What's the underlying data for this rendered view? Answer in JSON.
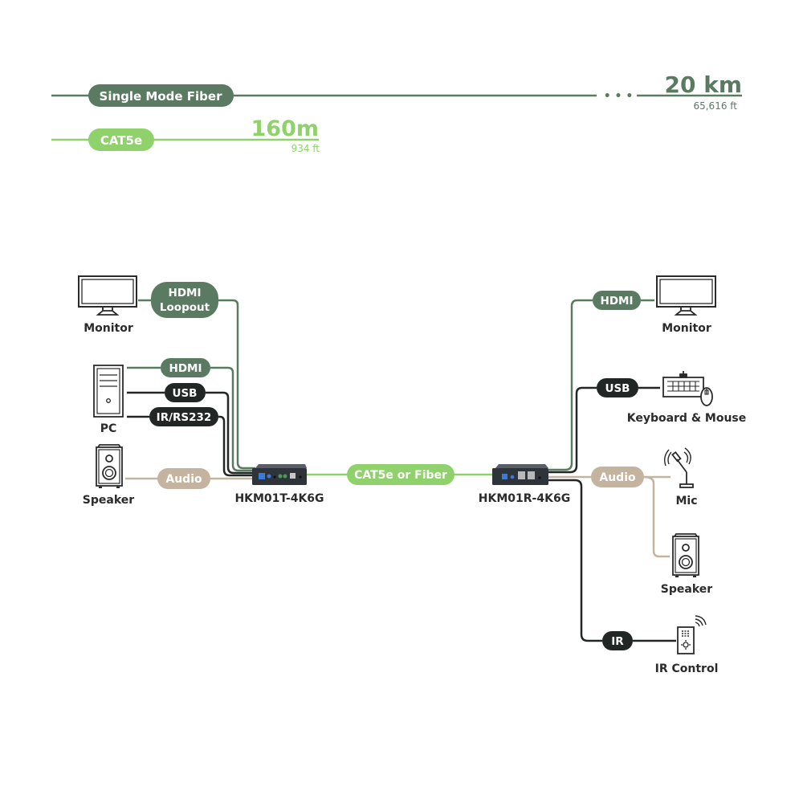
{
  "colors": {
    "fiber": "#5a7a62",
    "cat5e": "#8fd16a",
    "black": "#222624",
    "audio": "#c4b39e",
    "device_label": "#2b2b2b"
  },
  "distances": {
    "fiber": {
      "label": "Single Mode Fiber",
      "distance": "20 km",
      "distance_ft": "65,616 ft",
      "ellipsis": "• • •"
    },
    "cat5e": {
      "label": "CAT5e",
      "distance": "160m",
      "distance_ft": "934 ft"
    }
  },
  "transmitter": {
    "model": "HKM01T-4K6G",
    "connections": [
      {
        "label_lines": [
          "HDMI",
          "Loopout"
        ],
        "type": "fiber"
      },
      {
        "label_lines": [
          "HDMI"
        ],
        "type": "fiber"
      },
      {
        "label_lines": [
          "USB"
        ],
        "type": "black"
      },
      {
        "label_lines": [
          "IR/RS232"
        ],
        "type": "black"
      },
      {
        "label_lines": [
          "Audio"
        ],
        "type": "audio"
      }
    ],
    "devices": [
      {
        "name": "Monitor",
        "icon": "monitor-icon"
      },
      {
        "name": "PC",
        "icon": "pc-tower-icon"
      },
      {
        "name": "Speaker",
        "icon": "speaker-icon"
      }
    ]
  },
  "link": {
    "label": "CAT5e or Fiber"
  },
  "receiver": {
    "model": "HKM01R-4K6G",
    "connections": [
      {
        "label_lines": [
          "HDMI"
        ],
        "type": "fiber"
      },
      {
        "label_lines": [
          "USB"
        ],
        "type": "black"
      },
      {
        "label_lines": [
          "Audio"
        ],
        "type": "audio"
      },
      {
        "label_lines": [
          "IR"
        ],
        "type": "black"
      }
    ],
    "devices": [
      {
        "name": "Monitor",
        "icon": "monitor-icon"
      },
      {
        "name": "Keyboard & Mouse",
        "icon": "keyboard-mouse-icon"
      },
      {
        "name": "Mic",
        "icon": "microphone-icon"
      },
      {
        "name": "Speaker",
        "icon": "speaker-icon"
      },
      {
        "name": "IR Control",
        "icon": "remote-control-icon"
      }
    ]
  }
}
